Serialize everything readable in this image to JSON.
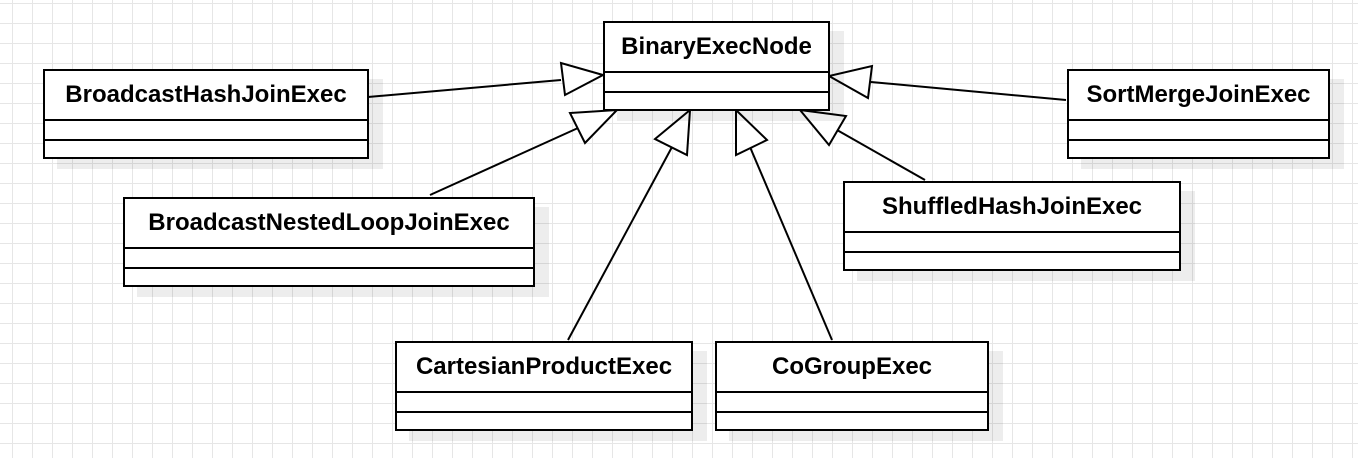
{
  "diagram": {
    "type": "UML class diagram",
    "parent": {
      "name": "BinaryExecNode"
    },
    "children": [
      {
        "name": "BroadcastHashJoinExec"
      },
      {
        "name": "BroadcastNestedLoopJoinExec"
      },
      {
        "name": "CartesianProductExec"
      },
      {
        "name": "CoGroupExec"
      },
      {
        "name": "ShuffledHashJoinExec"
      },
      {
        "name": "SortMergeJoinExec"
      }
    ],
    "relationship": "generalization",
    "line_color": "#000000",
    "box_fill": "#ffffff"
  }
}
